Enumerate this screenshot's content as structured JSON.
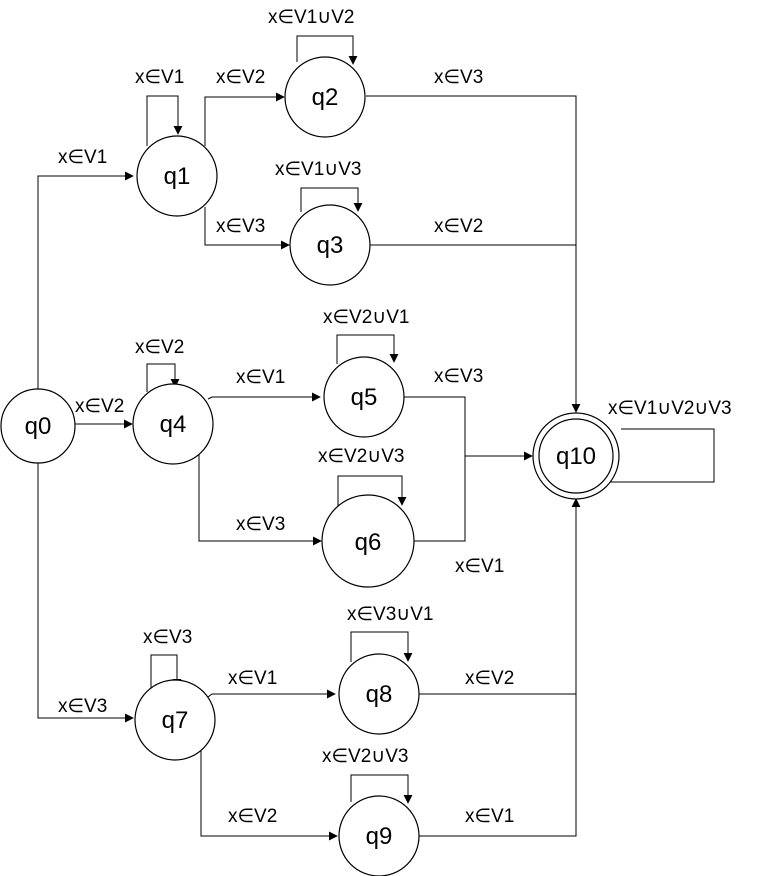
{
  "diagram": {
    "states": {
      "q0": "q0",
      "q1": "q1",
      "q2": "q2",
      "q3": "q3",
      "q4": "q4",
      "q5": "q5",
      "q6": "q6",
      "q7": "q7",
      "q8": "q8",
      "q9": "q9",
      "q10": "q10"
    },
    "accepting_state": "q10",
    "transitions": {
      "q0_q1": "x∈V1",
      "q0_q4": "x∈V2",
      "q0_q7": "x∈V3",
      "q1_self": "x∈V1",
      "q1_q2": "x∈V2",
      "q1_q3": "x∈V3",
      "q2_self": "x∈V1∪V2",
      "q2_q10": "x∈V3",
      "q3_self": "x∈V1∪V3",
      "q3_q10": "x∈V2",
      "q4_self": "x∈V2",
      "q4_q5": "x∈V1",
      "q4_q6": "x∈V3",
      "q5_self": "x∈V2∪V1",
      "q5_q10": "x∈V3",
      "q6_self": "x∈V2∪V3",
      "q6_q10": "x∈V1",
      "q7_self": "x∈V3",
      "q7_q8": "x∈V1",
      "q7_q9": "x∈V2",
      "q8_self": "x∈V3∪V1",
      "q8_q10": "x∈V2",
      "q9_self": "x∈V2∪V3",
      "q9_q10": "x∈V1",
      "q10_self": "x∈V1∪V2∪V3"
    }
  }
}
